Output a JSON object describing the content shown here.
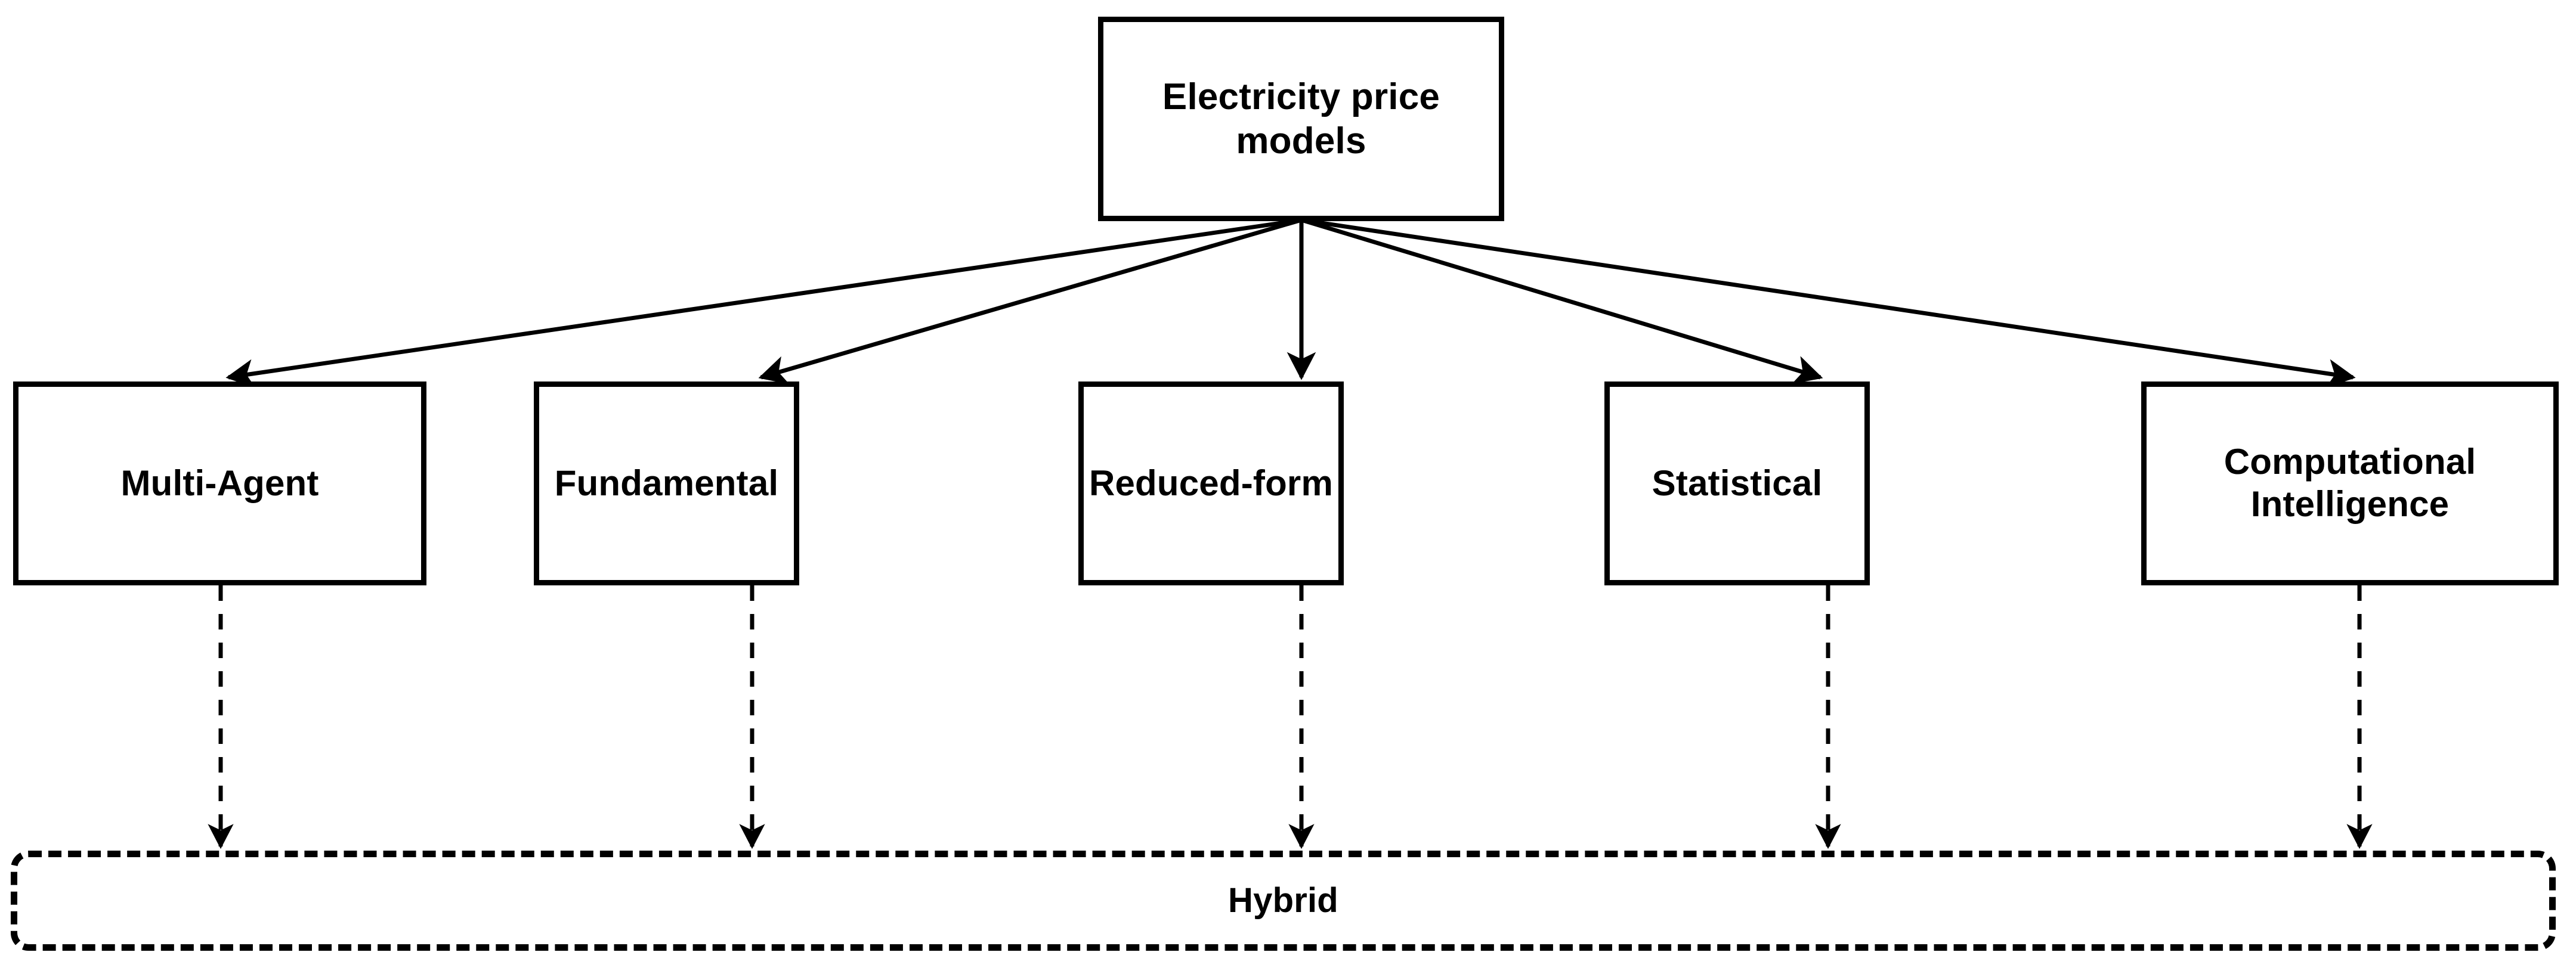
{
  "diagram": {
    "type": "hierarchy-tree",
    "title": "Electricity price models",
    "background_color": "#ffffff",
    "line_color": "#000000",
    "root": {
      "id": "electricity-price-models",
      "label": "Electricity price\nmodels"
    },
    "categories": [
      {
        "id": "multi-agent",
        "label": "Multi-Agent"
      },
      {
        "id": "fundamental",
        "label": "Fundamental"
      },
      {
        "id": "reduced-form",
        "label": "Reduced-form"
      },
      {
        "id": "statistical",
        "label": "Statistical"
      },
      {
        "id": "computational-intelligence",
        "label": "Computational\nIntelligence"
      }
    ],
    "hybrid": {
      "id": "hybrid",
      "label": "Hybrid",
      "border_style": "dashed"
    },
    "edges": {
      "root_to_categories_style": "solid-arrow",
      "categories_to_hybrid_style": "dashed-arrow"
    }
  }
}
